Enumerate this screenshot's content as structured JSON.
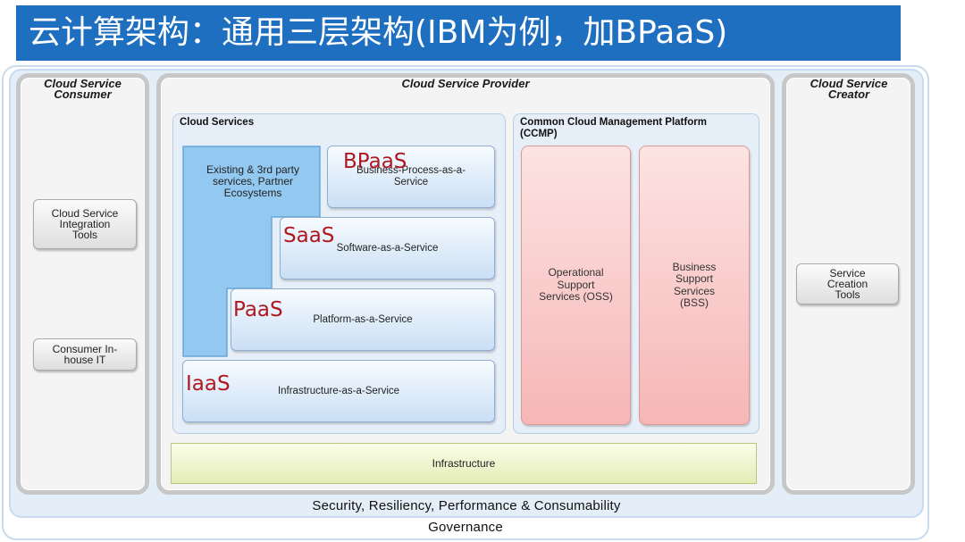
{
  "slide": {
    "title": "云计算架构：通用三层架构(IBM为例，加BPaaS)"
  },
  "diagram": {
    "governance_label": "Governance",
    "security_label": "Security, Resiliency, Performance & Consumability",
    "consumer": {
      "title": "Cloud Service Consumer",
      "tools": [
        "Cloud Service Integration Tools",
        "Consumer In-house IT"
      ]
    },
    "provider": {
      "title": "Cloud Service Provider",
      "cloud_services": {
        "title": "Cloud Services",
        "third_party": "Existing & 3rd party services, Partner Ecosystems",
        "layers": [
          {
            "abbr": "BPaaS",
            "label": "Business-Process-as-a-Service"
          },
          {
            "abbr": "SaaS",
            "label": "Software-as-a-Service"
          },
          {
            "abbr": "PaaS",
            "label": "Platform-as-a-Service"
          },
          {
            "abbr": "IaaS",
            "label": "Infrastructure-as-a-Service"
          }
        ]
      },
      "ccmp": {
        "title": "Common Cloud Management Platform (CCMP)",
        "oss": "Operational Support Services (OSS)",
        "bss": "Business Support Services (BSS)"
      },
      "infrastructure": "Infrastructure"
    },
    "creator": {
      "title": "Cloud Service Creator",
      "tool": "Service Creation Tools"
    }
  },
  "colors": {
    "title_bar": "#1f6fc0",
    "service_abbr": "#b01820",
    "third_party": "#93c8f0",
    "ccmp_columns": "#f6b6b6",
    "infrastructure": "#e4ecb6"
  }
}
